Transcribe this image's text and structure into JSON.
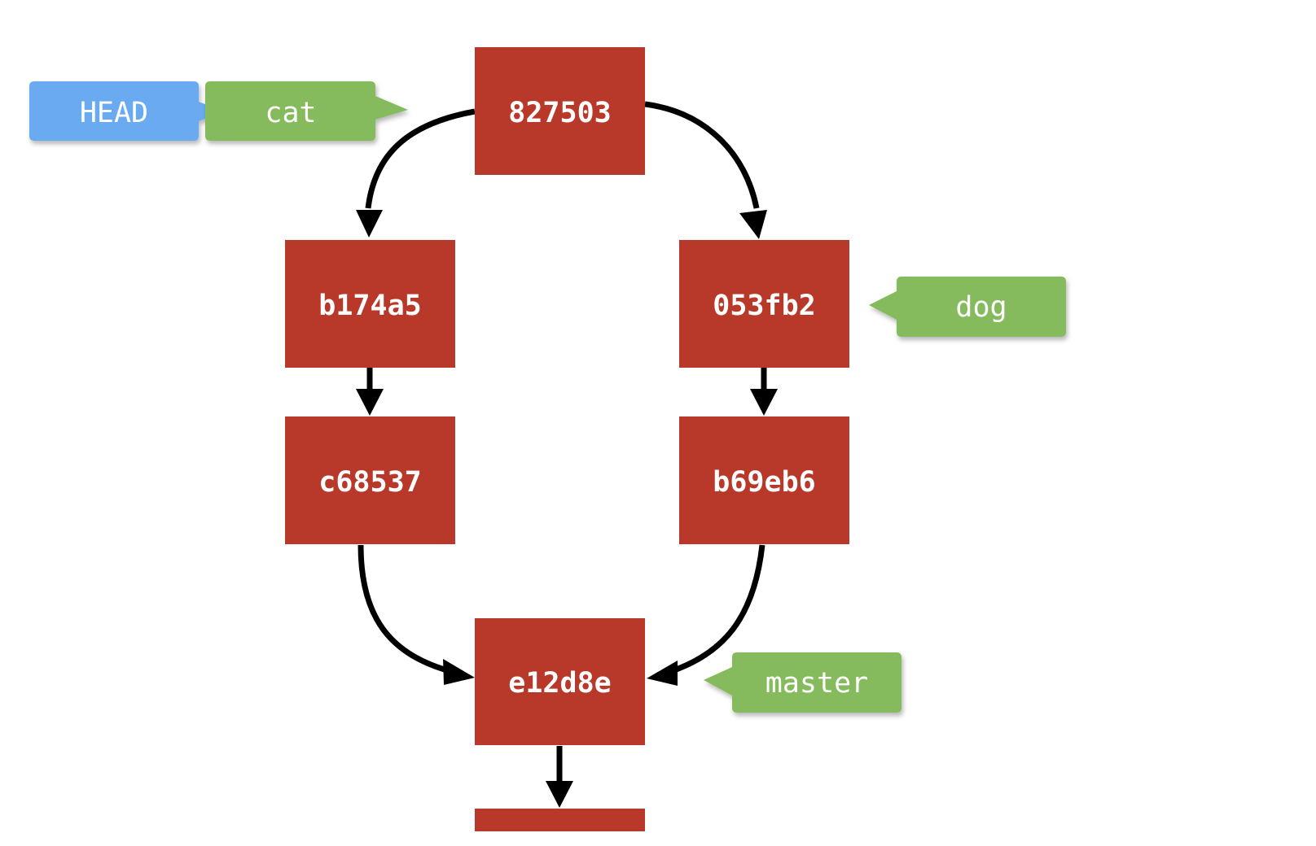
{
  "colors": {
    "commit": "#b83829",
    "branch": "#85bb5c",
    "head": "#6aaaf0",
    "edge": "#000000"
  },
  "commits": {
    "c827503": "827503",
    "b174a5": "b174a5",
    "c053fb2": "053fb2",
    "c68537": "c68537",
    "b69eb6": "b69eb6",
    "e12d8e": "e12d8e"
  },
  "refs": {
    "head": "HEAD",
    "cat": "cat",
    "dog": "dog",
    "master": "master"
  }
}
